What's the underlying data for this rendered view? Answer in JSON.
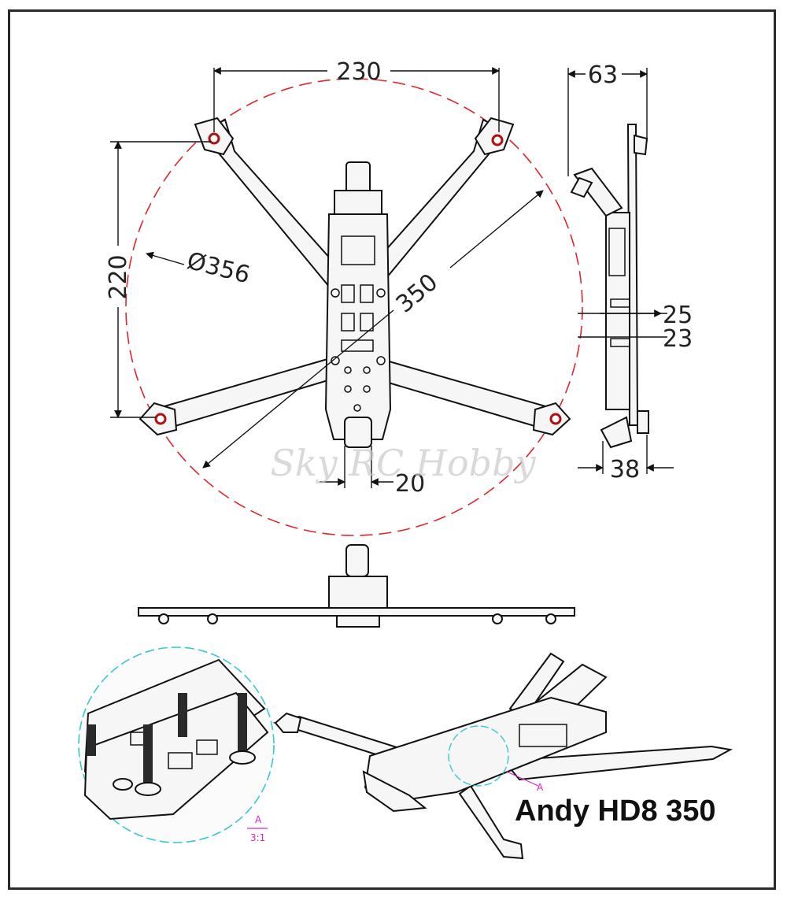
{
  "dimensions": {
    "width_top": "230",
    "height_side": "220",
    "diameter": "Ø356",
    "diagonal": "350",
    "bottom_gap": "20",
    "side_width": "63",
    "side_h1": "25",
    "side_h2": "23",
    "side_bottom": "38"
  },
  "watermark": "Sky RC Hobby",
  "model_name": "Andy HD8 350",
  "detail": {
    "marker": "A",
    "scale": "3:1"
  },
  "colors": {
    "circle": "#e0262a",
    "detail_circle": "#38c8d0",
    "detail_label": "#e020c0"
  }
}
